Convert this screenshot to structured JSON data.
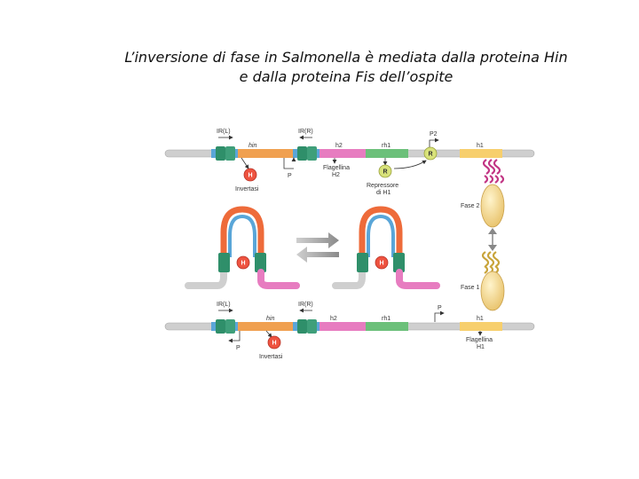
{
  "title": {
    "line1": "L’inversione di fase in Salmonella è mediata dalla proteina Hin",
    "line2": "e dalla proteina Fis dell’ospite"
  },
  "top": {
    "ir_left": "IR(L)",
    "ir_right": "IR(R)",
    "hin": "hin",
    "h2": "h2",
    "rh1": "rh1",
    "p2": "P2",
    "h1": "h1",
    "p": "P",
    "h_badge": "H",
    "r_badge": "R",
    "invertasi": "Invertasi",
    "flagellina": "Flagellina",
    "flagellina_sub": "H2",
    "repressore": "Repressore",
    "repressore_sub": "di H1"
  },
  "middle": {
    "h_badge": "H",
    "fase2": "Fase 2",
    "fase1": "Fase 1"
  },
  "bottom": {
    "ir_left": "IR(L)",
    "ir_right": "IR(R)",
    "hin": "hin",
    "h2": "h2",
    "rh1": "rh1",
    "p": "P",
    "h1": "h1",
    "p_low": "P",
    "h_badge": "H",
    "invertasi": "Invertasi",
    "flagellina": "Flagellina",
    "flagellina_sub": "H1"
  },
  "colors": {
    "dna": "#c9c9c9",
    "ir_green": "#2f8f6a",
    "ir_blue": "#5aa6d8",
    "hin_orange": "#f0a050",
    "h2_pink": "#e77cc0",
    "rh1_green": "#6cc07a",
    "h1_yellow": "#f7cf6d",
    "hin_protein": "#ee5340",
    "repressor": "#d8e27a",
    "flagella_magenta": "#c23584",
    "flagella_gold": "#c8a43a"
  }
}
